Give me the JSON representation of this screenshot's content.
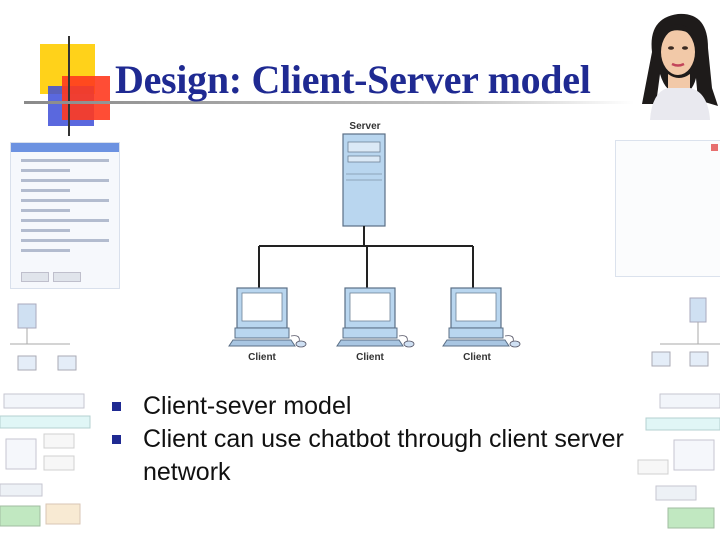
{
  "slide": {
    "title": "Design: Client-Server model"
  },
  "diagram": {
    "server_label": "Server",
    "client_labels": [
      "Client",
      "Client",
      "Client"
    ]
  },
  "bullets": [
    "Client-sever model",
    "Client can use chatbot through client server network"
  ],
  "colors": {
    "title": "#1f2a92",
    "bullet_marker": "#1f2a92",
    "accent_yellow": "#ffd21a",
    "accent_red": "#ff3a1f",
    "accent_blue": "#3d4dd8",
    "computer_blue": "#b9d6ef"
  },
  "icons": {
    "avatar": "woman-avatar-icon",
    "server": "server-tower-icon",
    "client": "desktop-computer-icon",
    "bullet": "square-bullet-icon"
  }
}
